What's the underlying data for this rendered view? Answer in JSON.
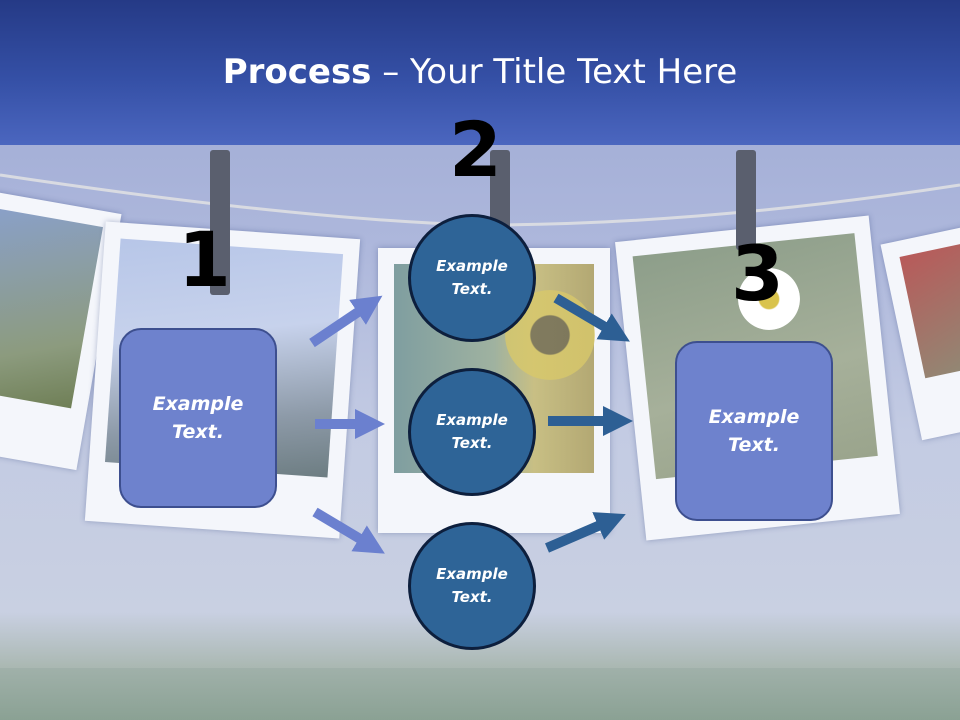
{
  "title": {
    "bold": "Process",
    "rest": " – Your Title Text Here"
  },
  "steps": [
    {
      "number": "1",
      "label": "Example\nText."
    },
    {
      "number": "2",
      "nodes": [
        "Example\nText.",
        "Example\nText.",
        "Example\nText."
      ]
    },
    {
      "number": "3",
      "label": "Example\nText."
    }
  ],
  "colors": {
    "header": "#3550a6",
    "box_fill": "#6e82cd",
    "circle_fill": "#2e6497",
    "arrow_light": "#6b80cf",
    "arrow_dark": "#2d5f94"
  }
}
